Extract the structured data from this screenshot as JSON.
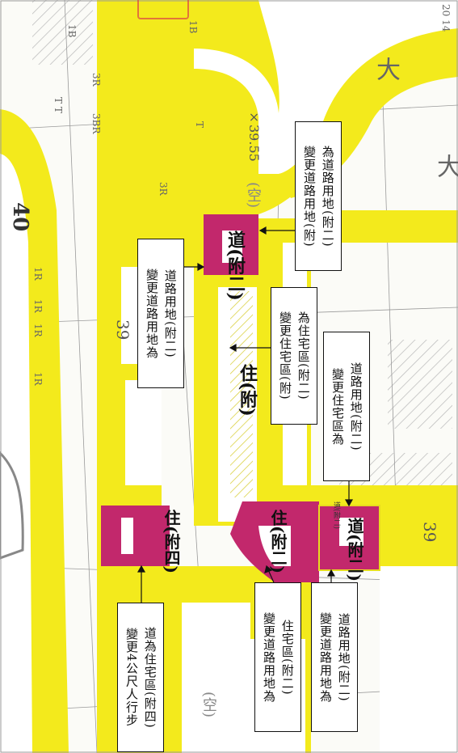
{
  "map": {
    "colors": {
      "road": "#f3ea1c",
      "parcel": "#c2286c",
      "background": "#fbfbf7",
      "hatch": "#b8b8b8"
    },
    "labels": [
      {
        "lines": [
          "變更道路用地為",
          "道路用地(附二)"
        ]
      },
      {
        "lines": [
          "變更道路用地(附)",
          "為道路用地(附二)"
        ]
      },
      {
        "lines": [
          "變更住宅區(附)",
          "為住宅區(附二)"
        ]
      },
      {
        "lines": [
          "變更住宅區為",
          "道路用地(附二)"
        ]
      },
      {
        "lines": [
          "變更4公尺人行步",
          "道為住宅區(附四)"
        ]
      },
      {
        "lines": [
          "變更道路用地為",
          "住宅區(附二)"
        ]
      },
      {
        "lines": [
          "變更道路用地為",
          "道路用地(附二)"
        ]
      }
    ],
    "zone_texts": {
      "dao_fu_er_top": "道(附二)",
      "zhu_fu": "住(附)",
      "zhu_fu_er": "住(附二)",
      "zhu_fu_si": "住(附四)",
      "dao_fu_er_bottom": "道(附二)",
      "small_fu_er": "道(附二)",
      "kong_top": "(空)",
      "kong_bottom": "(空)",
      "elev": "×39.55"
    },
    "codes": [
      "1B",
      "1B",
      "3R",
      "3BR",
      "T T",
      "3R",
      "1R",
      "1R",
      "1R",
      "1R",
      "T",
      "大",
      "大",
      "20 14"
    ],
    "road_numbers": [
      "39",
      "39",
      "40"
    ]
  }
}
